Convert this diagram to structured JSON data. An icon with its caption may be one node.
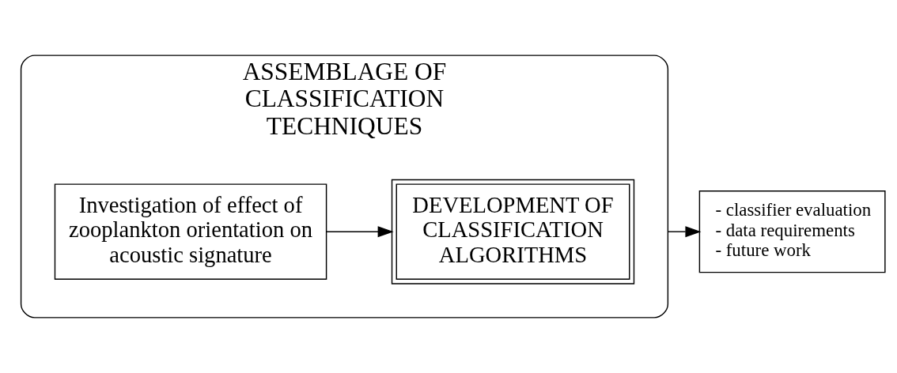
{
  "diagram": {
    "nodes": [
      {
        "text": [
          "ASSEMBLAGE OF CLASSIFICATION TECHNIQUES"
        ]
      },
      {
        "text": [
          "DEVELOPMENT OF CLASSIFICATION ALGORITHMS"
        ],
        "in": 0
      },
      {
        "text": [
          "Investigation of effect of zooplankton orientation on acoustic signature"
        ],
        "in": 0
      },
      {
        "text": [
          "- classifier evaluation",
          "- data requirements",
          "- future work"
        ]
      }
    ],
    "edges": [
      {
        "from": 2,
        "to": 1,
        "arrow": "to"
      },
      {
        "from": 0,
        "to": 3,
        "arrow": "to"
      }
    ]
  }
}
